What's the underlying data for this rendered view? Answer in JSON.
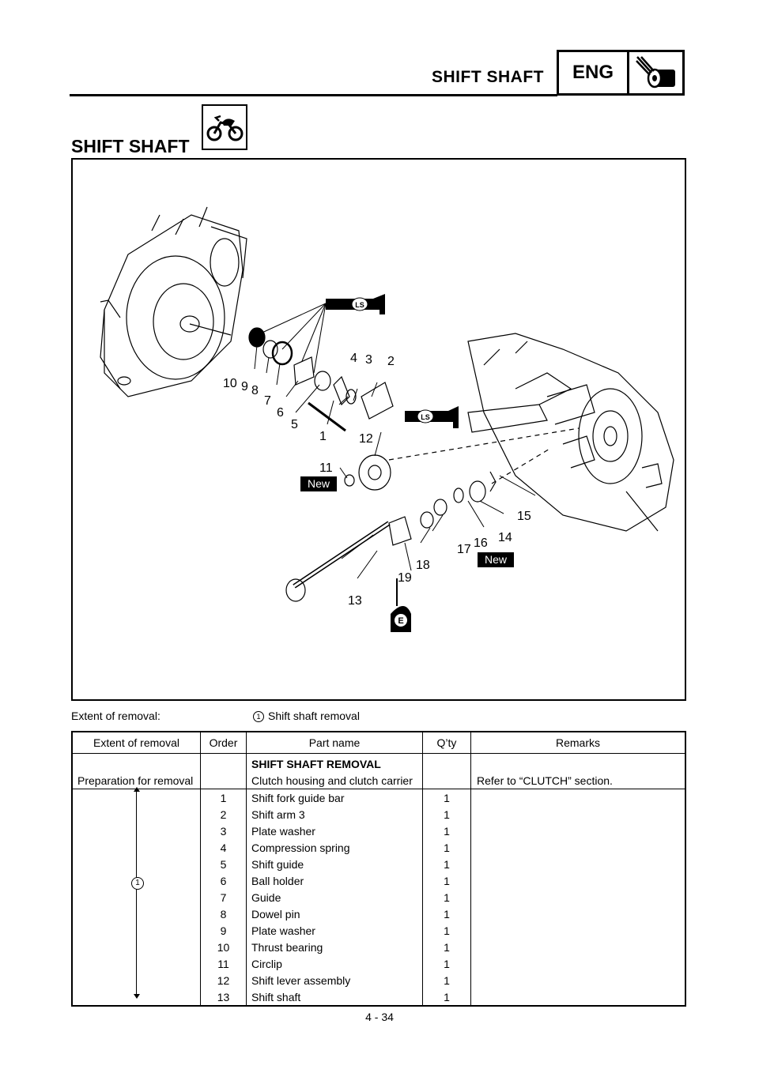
{
  "header": {
    "title": "SHIFT SHAFT",
    "badge": "ENG",
    "badge_icon": "tool-icon"
  },
  "section": {
    "title": "SHIFT SHAFT",
    "icon": "dirt-bike-icon"
  },
  "diagram": {
    "callouts": [
      "1",
      "2",
      "3",
      "4",
      "5",
      "6",
      "7",
      "8",
      "9",
      "10",
      "11",
      "12",
      "13",
      "14",
      "15",
      "16",
      "17",
      "18",
      "19"
    ],
    "tags": {
      "lubricant": "LS",
      "new": "New",
      "oil": "E"
    }
  },
  "extent": {
    "label": "Extent of removal:",
    "mark": "1",
    "text": "Shift shaft removal"
  },
  "table": {
    "headers": {
      "extent": "Extent of removal",
      "order": "Order",
      "part": "Part name",
      "qty": "Q’ty",
      "remarks": "Remarks"
    },
    "section_title": "SHIFT SHAFT REMOVAL",
    "prep": {
      "extent": "Preparation for removal",
      "part": "Clutch housing and clutch carrier",
      "remarks": "Refer to “CLUTCH” section."
    },
    "range_mark": "1",
    "rows": [
      {
        "order": "1",
        "part": "Shift fork guide bar",
        "qty": "1"
      },
      {
        "order": "2",
        "part": "Shift arm 3",
        "qty": "1"
      },
      {
        "order": "3",
        "part": "Plate washer",
        "qty": "1"
      },
      {
        "order": "4",
        "part": "Compression spring",
        "qty": "1"
      },
      {
        "order": "5",
        "part": "Shift guide",
        "qty": "1"
      },
      {
        "order": "6",
        "part": "Ball holder",
        "qty": "1"
      },
      {
        "order": "7",
        "part": "Guide",
        "qty": "1"
      },
      {
        "order": "8",
        "part": "Dowel pin",
        "qty": "1"
      },
      {
        "order": "9",
        "part": "Plate washer",
        "qty": "1"
      },
      {
        "order": "10",
        "part": "Thrust bearing",
        "qty": "1"
      },
      {
        "order": "11",
        "part": "Circlip",
        "qty": "1"
      },
      {
        "order": "12",
        "part": "Shift lever assembly",
        "qty": "1"
      },
      {
        "order": "13",
        "part": "Shift shaft",
        "qty": "1"
      }
    ]
  },
  "footer": {
    "page": "4 - 34"
  }
}
